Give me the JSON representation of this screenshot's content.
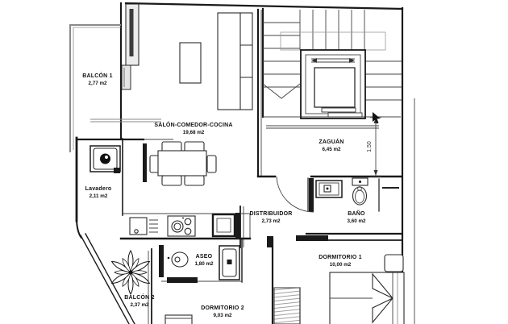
{
  "floorplan": {
    "rooms": {
      "balcon1": {
        "name": "BALCÓN 1",
        "area": "2,77 m2"
      },
      "salon": {
        "name": "SALÓN-COMEDOR-COCINA",
        "area": "19,68 m2"
      },
      "zaguan": {
        "name": "ZAGUÁN",
        "area": "6,45 m2"
      },
      "lavadero": {
        "name": "Lavadero",
        "area": "2,11 m2"
      },
      "distribuidor": {
        "name": "DISTRIBUIDOR",
        "area": "2,73 m2"
      },
      "bano": {
        "name": "BAÑO",
        "area": "3,60 m2"
      },
      "aseo": {
        "name": "ASEO",
        "area": "1,80 m2"
      },
      "dormitorio1": {
        "name": "DORMITORIO 1",
        "area": "10,00 m2"
      },
      "dormitorio2": {
        "name": "DORMITORIO 2",
        "area": "9,03 m2"
      },
      "balcon2": {
        "name": "BALCÓN 2",
        "area": "2,37 m2"
      }
    },
    "dimensions": {
      "stair_opening": "1.50"
    },
    "colors": {
      "line": "#1a1a1a",
      "railing": "#8a8a8a",
      "background": "#ffffff"
    },
    "icons": [
      "washing-machine-icon",
      "sofa-icon",
      "coffee-table-icon",
      "dining-table-icon",
      "chair-icon",
      "kitchen-sink-icon",
      "cooktop-icon",
      "fridge-icon",
      "toilet-icon",
      "shower-icon",
      "bathroom-sink-icon",
      "towel-bar-icon",
      "bed-icon",
      "nightstand-icon",
      "desk-icon",
      "plant-icon",
      "elevator-icon",
      "staircase-icon",
      "cursor-pointer-icon"
    ]
  }
}
